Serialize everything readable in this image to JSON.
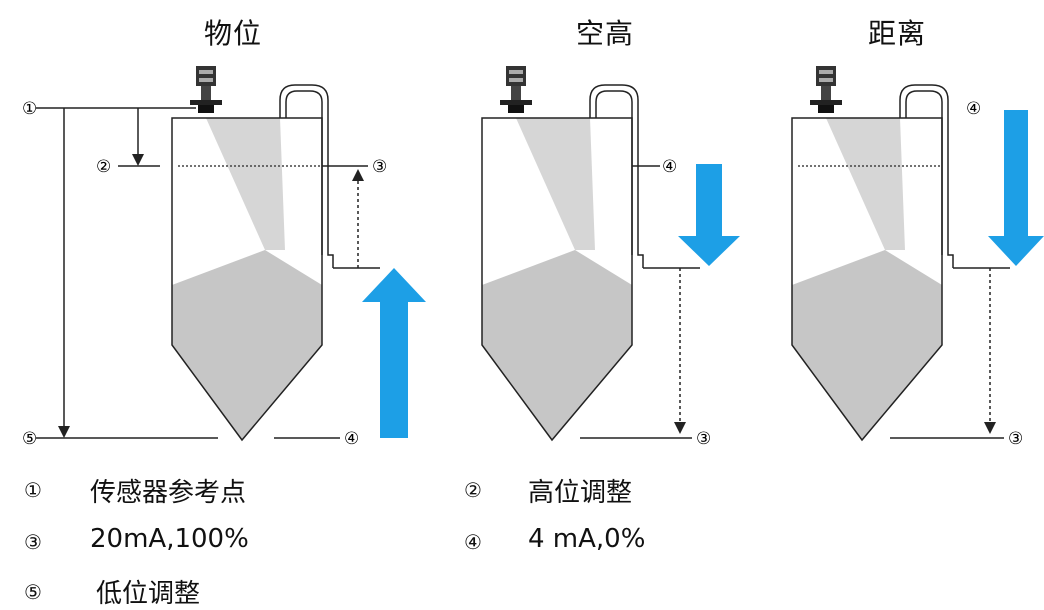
{
  "panels": [
    {
      "title": "物位"
    },
    {
      "title": "空高"
    },
    {
      "title": "距离"
    }
  ],
  "markers": {
    "m1": "①",
    "m2": "②",
    "m3": "③",
    "m4": "④",
    "m5": "⑤"
  },
  "legend": [
    {
      "symbol": "①",
      "text": "传感器参考点"
    },
    {
      "symbol": "②",
      "text": "高位调整"
    },
    {
      "symbol": "③",
      "text": "20mA,100%"
    },
    {
      "symbol": "④",
      "text": "4 mA,0%"
    },
    {
      "symbol": "⑤",
      "text": "低位调整"
    }
  ],
  "colors": {
    "arrow": "#1d9fe6",
    "fill": "#c8c8c8",
    "line": "#222222"
  }
}
